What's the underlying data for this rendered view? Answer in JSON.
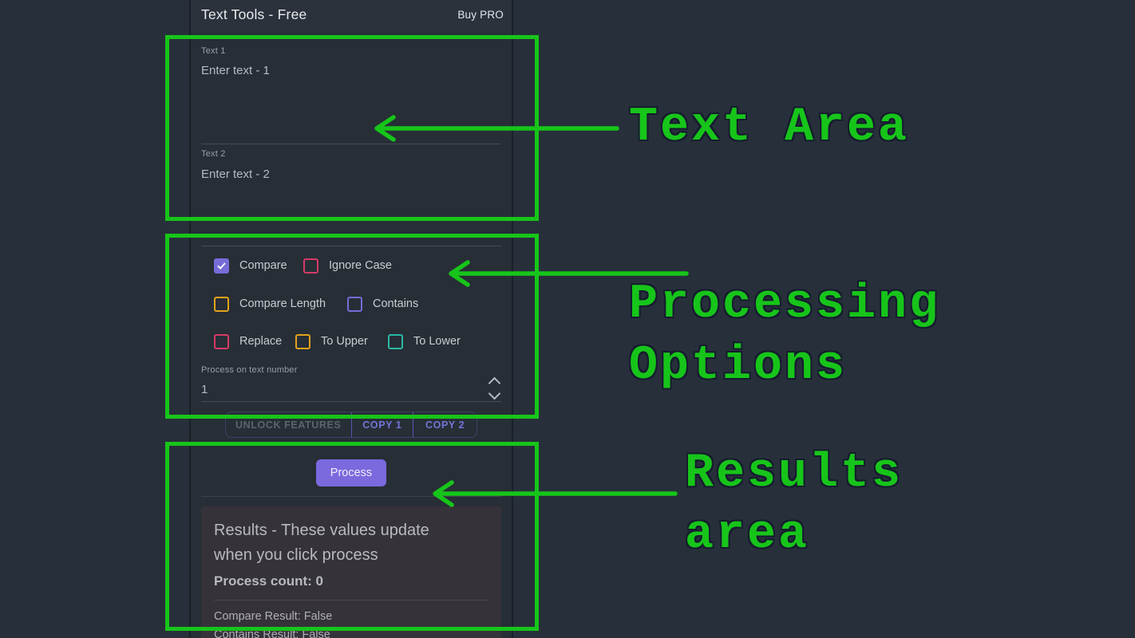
{
  "colors": {
    "annotation_green": "#17c51a",
    "accent_purple": "#7b69de",
    "checkbox_pink": "#d63a67",
    "checkbox_amber": "#e3a31b",
    "checkbox_purple": "#776bd8",
    "checkbox_teal": "#2bb9a4"
  },
  "app": {
    "title": "Text Tools - Free",
    "buy_pro_label": "Buy PRO",
    "text1": {
      "label": "Text 1",
      "placeholder": "Enter text - 1"
    },
    "text2": {
      "label": "Text 2",
      "placeholder": "Enter text - 2"
    },
    "checkboxes": [
      {
        "label": "Compare",
        "checked": true,
        "color": "#776bd8"
      },
      {
        "label": "Ignore Case",
        "checked": false,
        "color": "#d63a67"
      },
      {
        "label": "Compare Length",
        "checked": false,
        "color": "#e3a31b"
      },
      {
        "label": "Contains",
        "checked": false,
        "color": "#776bd8"
      },
      {
        "label": "Replace",
        "checked": false,
        "color": "#d63a67"
      },
      {
        "label": "To Upper",
        "checked": false,
        "color": "#e3a31b"
      },
      {
        "label": "To Lower",
        "checked": false,
        "color": "#2bb9a4"
      }
    ],
    "process_on": {
      "label": "Process on text number",
      "value": "1"
    },
    "actions": {
      "unlock": "UNLOCK FEATURES",
      "copy1": "COPY 1",
      "copy2": "COPY 2"
    },
    "process_label": "Process",
    "results": {
      "title_line1": "Results - These values update",
      "title_line2": "when you click process",
      "process_count": "Process count: 0",
      "compare": "Compare Result: False",
      "contains": "Contains Result: False"
    }
  },
  "annotations": {
    "text_area": "Text Area",
    "processing_line1": "Processing",
    "processing_line2": "Options",
    "results_line1": "Results",
    "results_line2": "area"
  }
}
